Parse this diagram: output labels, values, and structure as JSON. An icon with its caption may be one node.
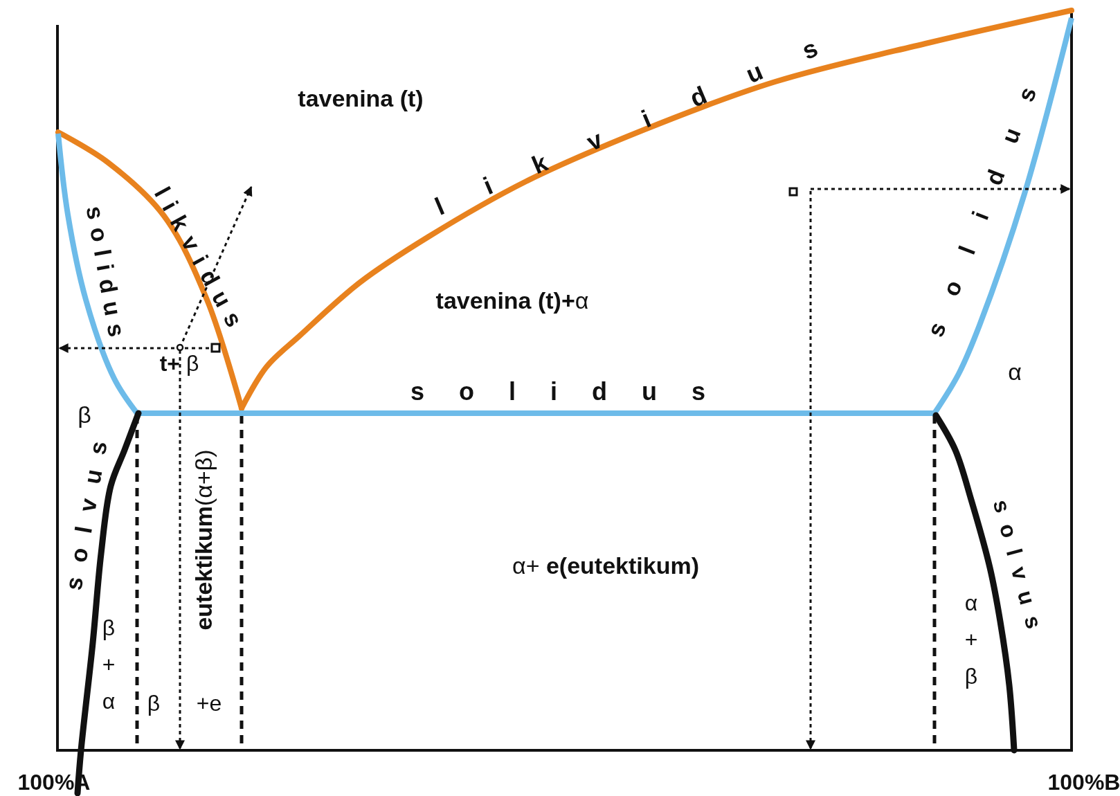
{
  "diagram": {
    "labels": [
      "tavenina (t)",
      "likvidus",
      "solidus",
      "solidus",
      "likvidus",
      "**tavenina (t)+**α",
      "**t+** β",
      "**solidus**",
      "α",
      "β",
      "solvus",
      "**eutektikum**(α+β)",
      "α+ **e(eutektikum)**",
      "β + α",
      "β",
      "+e",
      "α + β",
      "solvus",
      "100%A",
      "100%B"
    ]
  }
}
